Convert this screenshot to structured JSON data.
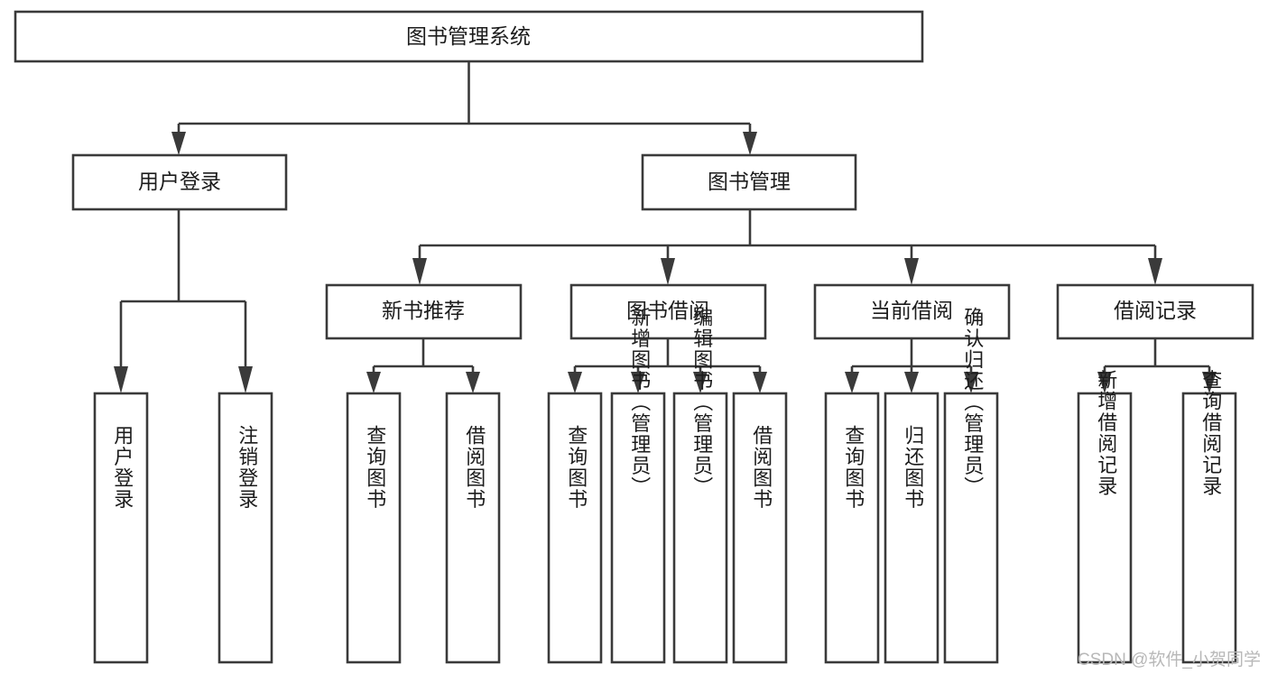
{
  "diagram": {
    "title_node": {
      "label": "图书管理系统"
    },
    "level2": [
      {
        "id": "user-login",
        "label": "用户登录"
      },
      {
        "id": "book-manage",
        "label": "图书管理"
      }
    ],
    "level3": [
      {
        "id": "new-book-rec",
        "label": "新书推荐"
      },
      {
        "id": "book-borrow",
        "label": "图书借阅"
      },
      {
        "id": "current-borrow",
        "label": "当前借阅"
      },
      {
        "id": "borrow-record",
        "label": "借阅记录"
      }
    ],
    "leaves": [
      {
        "id": "leaf-user-login",
        "label": "用户登录",
        "parent": "user-login"
      },
      {
        "id": "leaf-user-logout",
        "label": "注销登录",
        "parent": "user-login"
      },
      {
        "id": "leaf-query-book-1",
        "label": "查询图书",
        "parent": "new-book-rec"
      },
      {
        "id": "leaf-borrow-book-1",
        "label": "借阅图书",
        "parent": "new-book-rec"
      },
      {
        "id": "leaf-query-book-2",
        "label": "查询图书",
        "parent": "book-borrow"
      },
      {
        "id": "leaf-add-book",
        "label": "新增图书（管理员）",
        "parent": "book-borrow"
      },
      {
        "id": "leaf-edit-book",
        "label": "编辑图书（管理员）",
        "parent": "book-borrow"
      },
      {
        "id": "leaf-borrow-book-2",
        "label": "借阅图书",
        "parent": "book-borrow"
      },
      {
        "id": "leaf-query-book-3",
        "label": "查询图书",
        "parent": "current-borrow"
      },
      {
        "id": "leaf-return-book",
        "label": "归还图书",
        "parent": "current-borrow"
      },
      {
        "id": "leaf-confirm-return",
        "label": "确认归还（管理员）",
        "parent": "current-borrow"
      },
      {
        "id": "leaf-add-record",
        "label": "新增借阅记录",
        "parent": "borrow-record"
      },
      {
        "id": "leaf-query-record",
        "label": "查询借阅记录",
        "parent": "borrow-record"
      }
    ],
    "colors": {
      "stroke": "#3a3a3a",
      "fill": "#ffffff",
      "text": "#1c1c1c",
      "watermark": "#b8b8b8"
    }
  },
  "watermark": {
    "text": "CSDN @软件_小贺同学"
  }
}
